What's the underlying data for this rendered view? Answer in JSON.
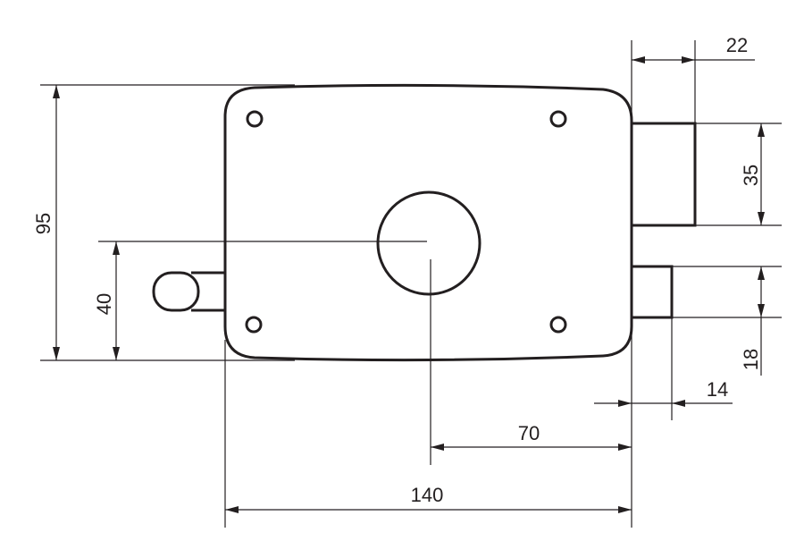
{
  "dimensions": {
    "total_width": "140",
    "height": "95",
    "bolt_height": "40",
    "deadbolt_projection": "22",
    "deadbolt_height": "35",
    "latch_height": "18",
    "latch_projection": "14",
    "backset": "70"
  },
  "colors": {
    "line": "#231f20",
    "background": "#ffffff"
  }
}
